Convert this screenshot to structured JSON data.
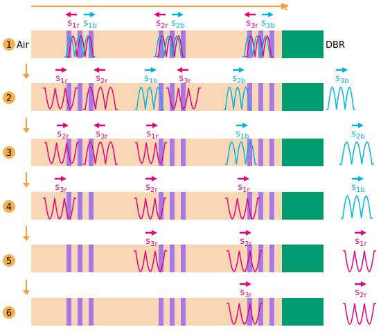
{
  "axis": {
    "label": "z"
  },
  "layers": {
    "left_label": "Air",
    "right_label": "DBR"
  },
  "steps": [
    "1",
    "2",
    "3",
    "4",
    "5",
    "6"
  ],
  "signals": {
    "s1r": {
      "base": "s",
      "sub": "1r",
      "color": "#e6007e",
      "family": "r"
    },
    "s2r": {
      "base": "s",
      "sub": "2r",
      "color": "#e6007e",
      "family": "r"
    },
    "s3r": {
      "base": "s",
      "sub": "3r",
      "color": "#e6007e",
      "family": "r"
    },
    "s1b": {
      "base": "s",
      "sub": "1b",
      "color": "#00b4e0",
      "family": "b"
    },
    "s2b": {
      "base": "s",
      "sub": "2b",
      "color": "#00b4e0",
      "family": "b"
    },
    "s3b": {
      "base": "s",
      "sub": "3b",
      "color": "#00b4e0",
      "family": "b"
    }
  },
  "colors": {
    "layer": "#fad7b4",
    "dbr": "#009b6e",
    "stripe": "#a57ae6",
    "axis": "#f5a040",
    "step_circle": "#f5b050",
    "text": "#000000",
    "red_signal": "#e6007e",
    "blue_signal": "#00b4e0"
  }
}
